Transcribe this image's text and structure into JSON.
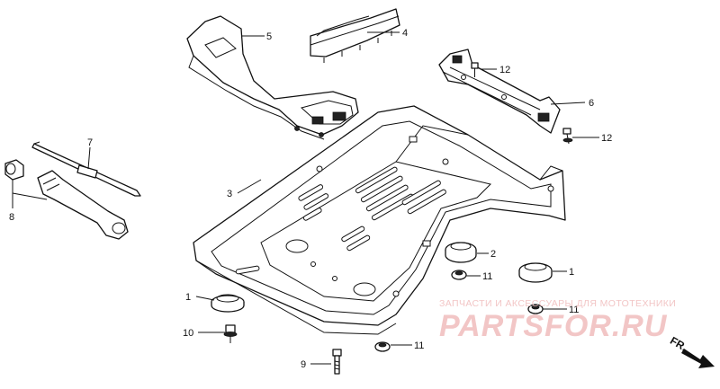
{
  "diagram": {
    "callouts": {
      "c1a": "1",
      "c1b": "1",
      "c2": "2",
      "c3": "3",
      "c4": "4",
      "c5": "5",
      "c6": "6",
      "c7": "7",
      "c8": "8",
      "c9": "9",
      "c10": "10",
      "c11a": "11",
      "c11b": "11",
      "c11c": "11",
      "c12a": "12",
      "c12b": "12"
    },
    "direction_label": "FR."
  },
  "watermark": {
    "tagline": "ЗАПЧАСТИ И АКСЕССУАРЫ ДЛЯ МОТОТЕХНИКИ",
    "logo_text": "PARTSFOR.RU",
    "color": "#f2c3c3"
  }
}
